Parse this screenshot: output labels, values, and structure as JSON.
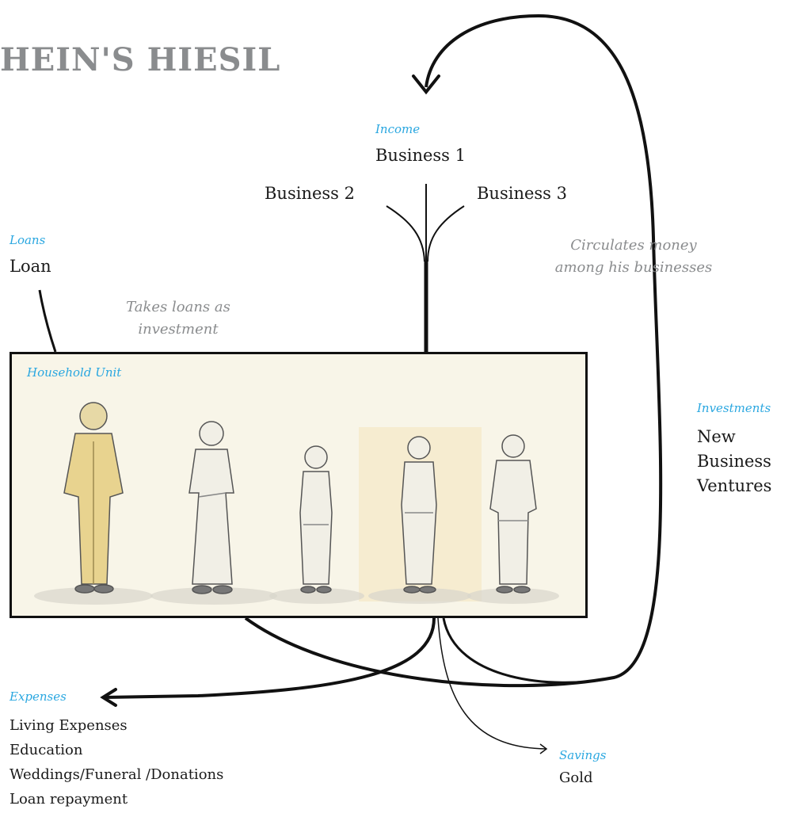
{
  "title": "HEIN'S HIESIL",
  "income": {
    "category": "Income",
    "sources": [
      "Business 1",
      "Business 2",
      "Business 3"
    ]
  },
  "loans": {
    "category": "Loans",
    "item": "Loan"
  },
  "notes": {
    "loans_note": [
      "Takes loans as",
      "investment"
    ],
    "circulates_note": [
      "Circulates money",
      "among his businesses"
    ]
  },
  "household": {
    "category": "Household Unit",
    "members": 5
  },
  "investments": {
    "category": "Investments",
    "items": [
      "New",
      "Business",
      "Ventures"
    ]
  },
  "expenses": {
    "category": "Expenses",
    "items": [
      "Living Expenses",
      "Education",
      "Weddings/Funeral /Donations",
      "Loan repayment"
    ]
  },
  "savings": {
    "category": "Savings",
    "item": "Gold"
  },
  "colors": {
    "category": "#2aa7e0",
    "title": "#8a8c8e",
    "note": "#8a8c8e",
    "box_bg": "#f8f5e8"
  },
  "icons": [
    "person-figure-icon",
    "arrow-head-icon"
  ]
}
